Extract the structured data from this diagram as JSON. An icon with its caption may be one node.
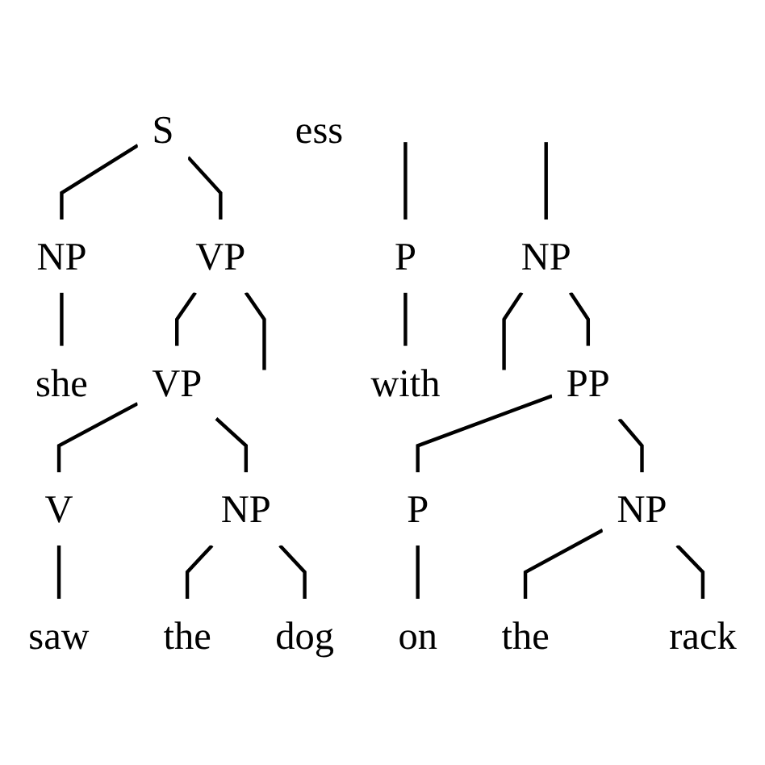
{
  "diagram": {
    "nodes": [
      {
        "text": [
          "S"
        ]
      },
      {
        "text": [
          "NP"
        ]
      },
      {
        "text": [
          "VP"
        ]
      },
      {
        "text": [
          "NP"
        ]
      },
      {
        "text": [
          "she"
        ]
      },
      {
        "text": [
          "VP"
        ]
      },
      {
        "text": [
          "PP"
        ]
      },
      {
        "text": [
          "V"
        ]
      },
      {
        "text": [
          "NP"
        ]
      },
      {
        "text": [
          "P"
        ]
      },
      {
        "text": [
          "ess"
        ]
      },
      {
        "text": [
          "P"
        ]
      },
      {
        "text": [
          "NP"
        ]
      },
      {
        "text": [
          "saw"
        ]
      },
      {
        "text": [
          "the"
        ]
      },
      {
        "text": [
          "dog"
        ]
      },
      {
        "text": [
          "with"
        ]
      },
      {
        "text": [
          "on"
        ]
      },
      {
        "text": [
          "the"
        ]
      },
      {
        "text": [
          "rack"
        ]
      }
    ],
    "edges": [
      {
        "from": 0,
        "to": 1,
        "arrow": "none"
      },
      {
        "from": 0,
        "to": 2,
        "arrow": "none"
      },
      {
        "from": 1,
        "to": 4,
        "arrow": "none"
      },
      {
        "from": 2,
        "to": 5,
        "arrow": "none"
      },
      {
        "from": 2,
        "to": null,
        "arrow": "none"
      },
      {
        "from": null,
        "to": 3,
        "arrow": "none"
      },
      {
        "from": 3,
        "to": null,
        "arrow": "none"
      },
      {
        "from": 3,
        "to": 6,
        "arrow": "none"
      },
      {
        "from": 5,
        "to": 7,
        "arrow": "none"
      },
      {
        "from": 5,
        "to": 8,
        "arrow": "none"
      },
      {
        "from": null,
        "to": 9,
        "arrow": "none"
      },
      {
        "from": 6,
        "to": 11,
        "arrow": "none"
      },
      {
        "from": 6,
        "to": 12,
        "arrow": "none"
      },
      {
        "from": 7,
        "to": 13,
        "arrow": "none"
      },
      {
        "from": 8,
        "to": 14,
        "arrow": "none"
      },
      {
        "from": 8,
        "to": 15,
        "arrow": "none"
      },
      {
        "from": 9,
        "to": 16,
        "arrow": "none"
      },
      {
        "from": 11,
        "to": 17,
        "arrow": "none"
      },
      {
        "from": 12,
        "to": 18,
        "arrow": "none"
      },
      {
        "from": 12,
        "to": 19,
        "arrow": "none"
      }
    ]
  }
}
